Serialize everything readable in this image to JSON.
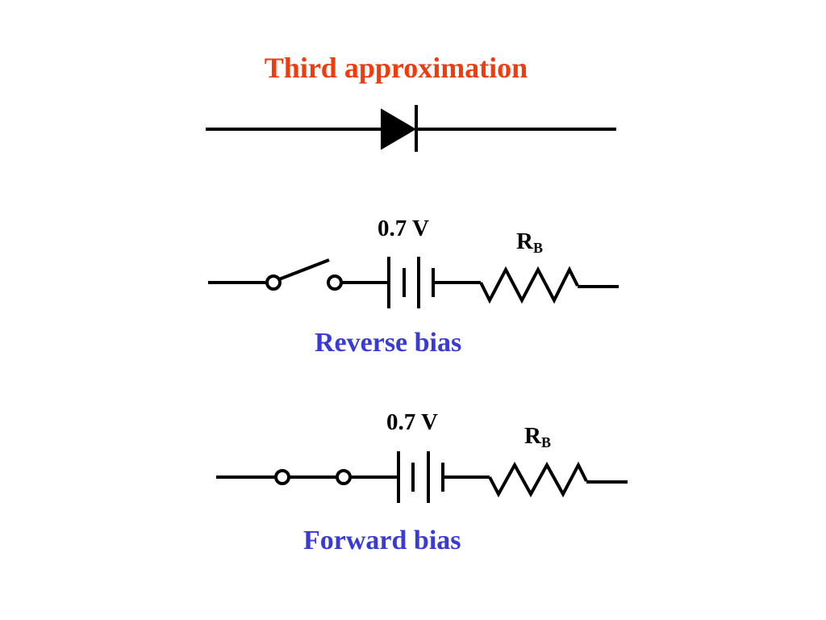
{
  "title": "Third approximation",
  "circuits": [
    {
      "id": "reverse",
      "voltage_label": "0.7 V",
      "resistor_label": "R",
      "resistor_subscript": "B",
      "caption": "Reverse bias",
      "switch_state": "open"
    },
    {
      "id": "forward",
      "voltage_label": "0.7 V",
      "resistor_label": "R",
      "resistor_subscript": "B",
      "caption": "Forward bias",
      "switch_state": "closed"
    }
  ],
  "colors": {
    "title": "#f03c0c",
    "caption": "#3a3ad6",
    "ink": "#000000"
  }
}
